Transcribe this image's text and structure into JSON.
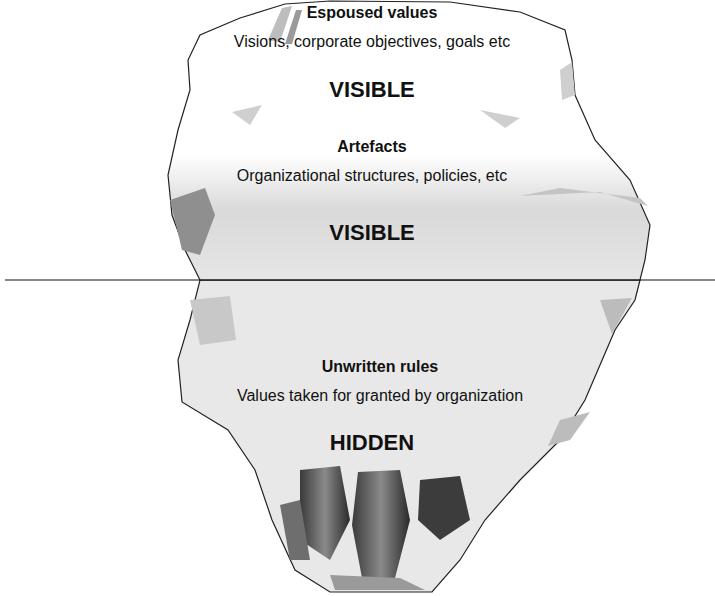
{
  "diagram": {
    "labels": [
      "Espoused values",
      "Visions, corporate objectives, goals etc",
      "VISIBLE",
      "Artefacts",
      "Organizational structures, policies, etc",
      "VISIBLE",
      "Unwritten rules",
      "Values taken for granted by organization",
      "HIDDEN"
    ]
  }
}
